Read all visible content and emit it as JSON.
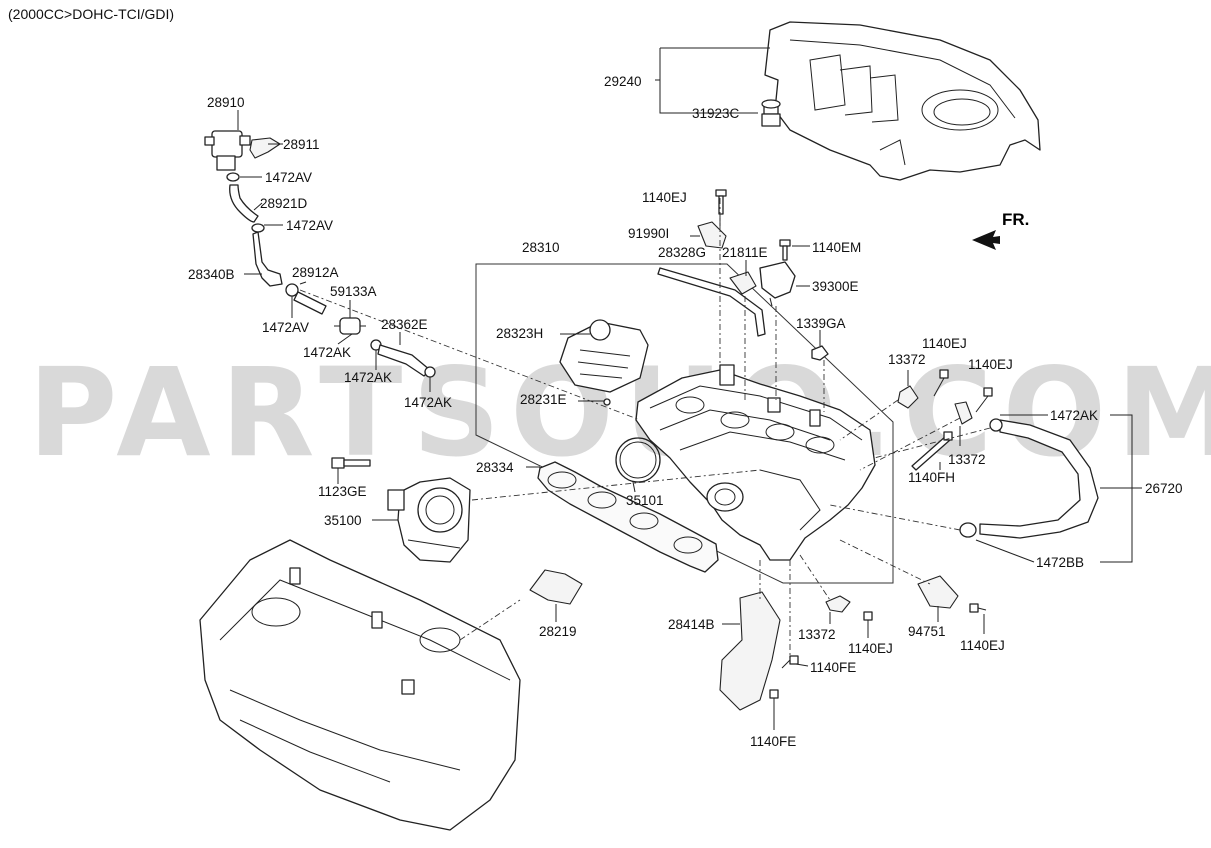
{
  "subtitle": "(2000CC>DOHC-TCI/GDI)",
  "watermark": "PARTSOUQ.COM",
  "direction_label": "FR.",
  "colors": {
    "line": "#222222",
    "watermark": "#aaaaaa",
    "background": "#ffffff"
  },
  "labels": {
    "p28910": "28910",
    "p28911": "28911",
    "p1472AV_1": "1472AV",
    "p28921D": "28921D",
    "p1472AV_2": "1472AV",
    "p28340B": "28340B",
    "p28912A": "28912A",
    "p1472AV_3": "1472AV",
    "p59133A": "59133A",
    "p1472AK_1": "1472AK",
    "p28362E": "28362E",
    "p1472AK_2": "1472AK",
    "p1472AK_3": "1472AK",
    "p1123GE": "1123GE",
    "p35100": "35100",
    "p28310": "28310",
    "p28323H": "28323H",
    "p28231E": "28231E",
    "p28334": "28334",
    "p35101": "35101",
    "p28219": "28219",
    "p29240": "29240",
    "p31923C": "31923C",
    "p1140EJ_top": "1140EJ",
    "p91990I": "91990I",
    "p28328G": "28328G",
    "p21811E": "21811E",
    "p1140EM": "1140EM",
    "p39300E": "39300E",
    "p1339GA": "1339GA",
    "p1140EJ_a": "1140EJ",
    "p13372_a": "13372",
    "p1140EJ_b": "1140EJ",
    "p1472AK_r": "1472AK",
    "p13372_b": "13372",
    "p1140FH": "1140FH",
    "p26720": "26720",
    "p1472BB": "1472BB",
    "p28414B": "28414B",
    "p13372_c": "13372",
    "p1140EJ_c": "1140EJ",
    "p94751": "94751",
    "p1140EJ_d": "1140EJ",
    "p1140FE_a": "1140FE",
    "p1140FE_b": "1140FE"
  }
}
